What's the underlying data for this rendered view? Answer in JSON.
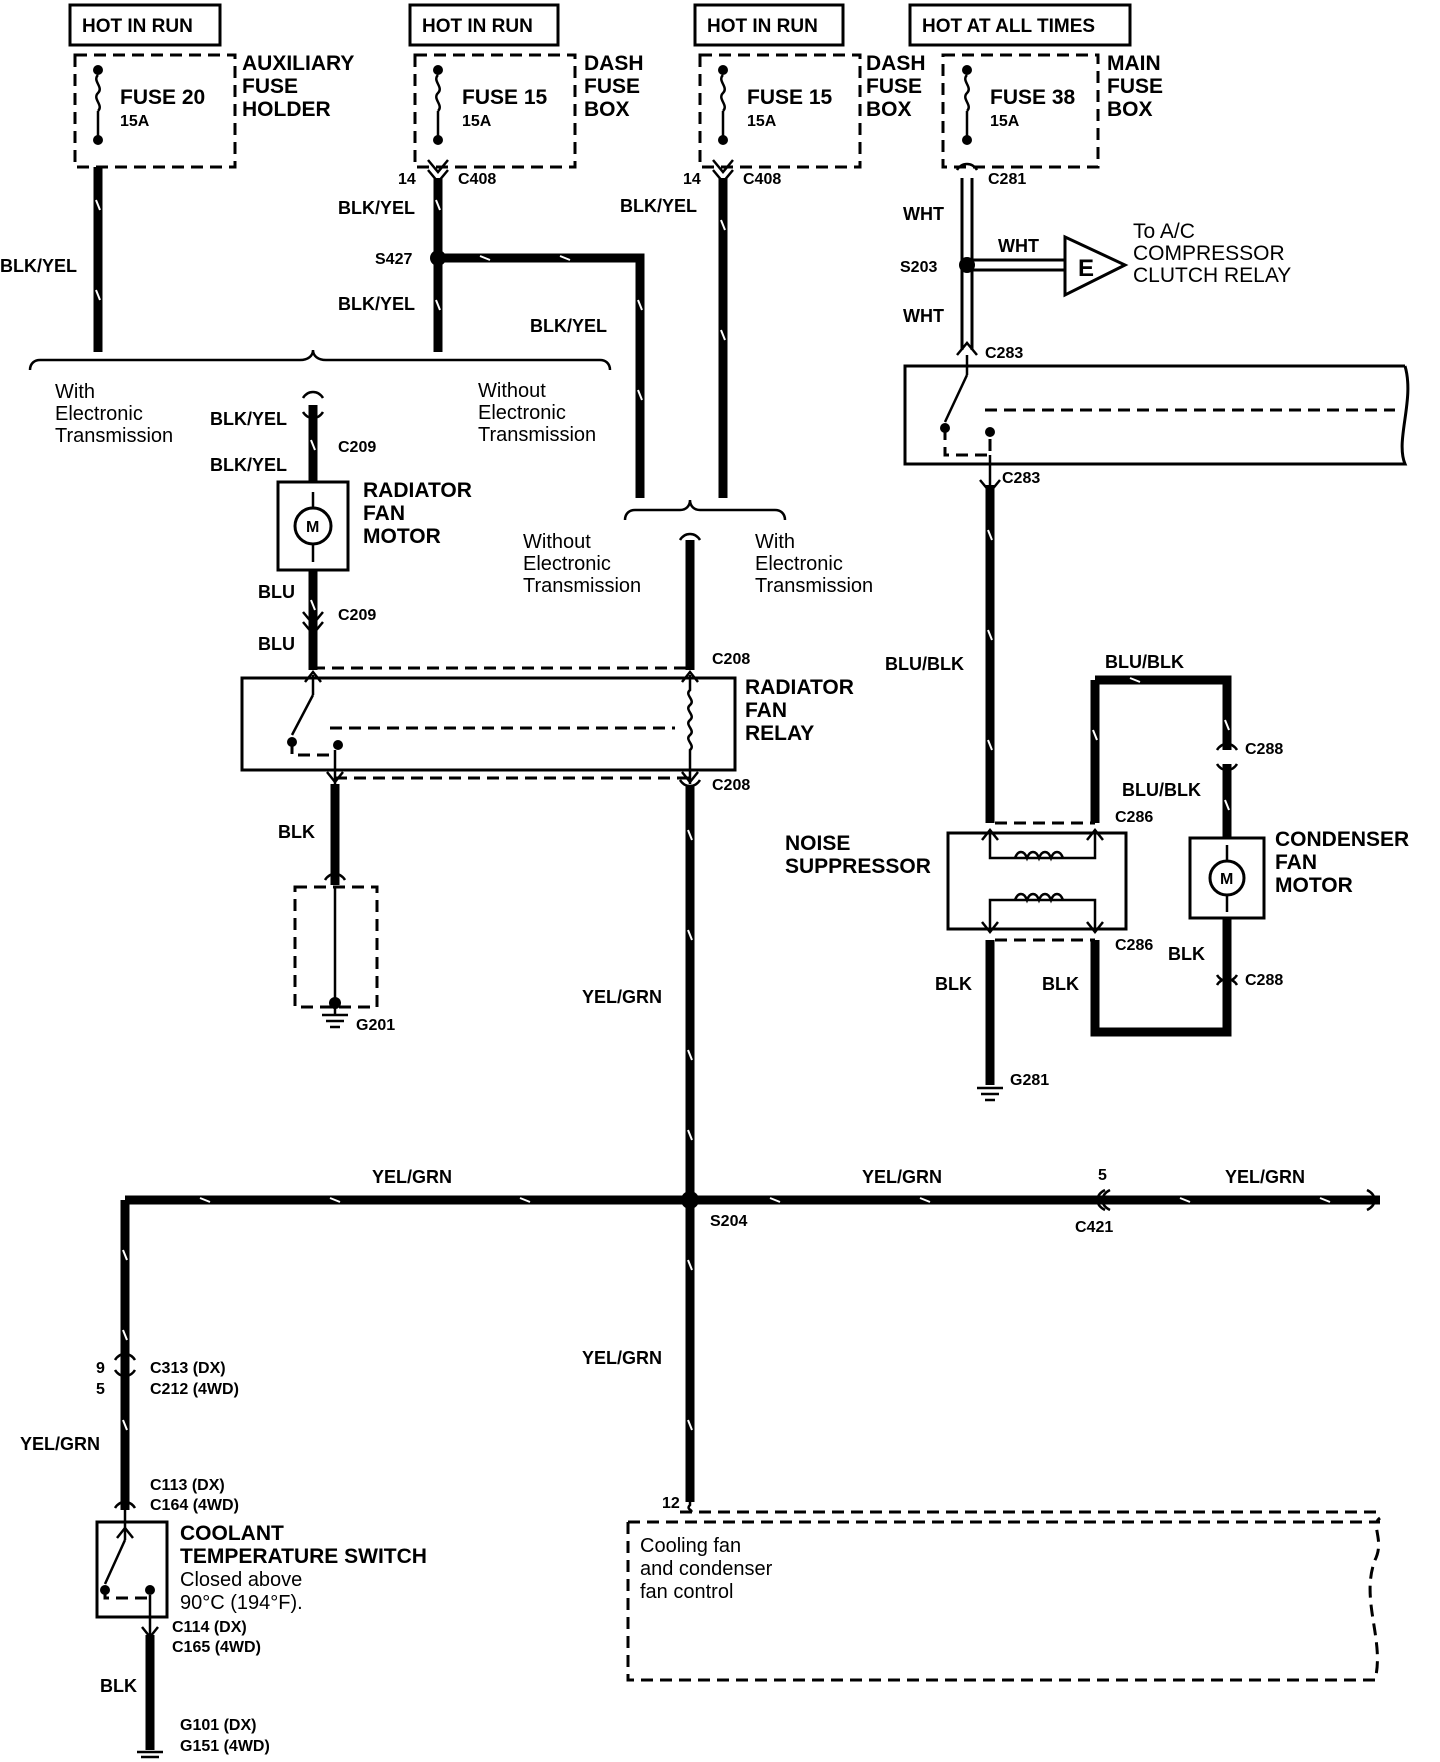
{
  "headers": [
    "HOT IN RUN",
    "HOT IN RUN",
    "HOT IN RUN",
    "HOT AT ALL TIMES"
  ],
  "fuses": [
    {
      "name": "FUSE 20",
      "rating": "15A",
      "box": [
        "AUXILIARY",
        "FUSE",
        "HOLDER"
      ]
    },
    {
      "name": "FUSE 15",
      "rating": "15A",
      "box": [
        "DASH",
        "FUSE",
        "BOX"
      ]
    },
    {
      "name": "FUSE 15",
      "rating": "15A",
      "box": [
        "DASH",
        "FUSE",
        "BOX"
      ]
    },
    {
      "name": "FUSE 38",
      "rating": "15A",
      "box": [
        "MAIN",
        "FUSE",
        "BOX"
      ]
    }
  ],
  "wires": {
    "blk_yel": "BLK/YEL",
    "blu": "BLU",
    "blk": "BLK",
    "yel_grn": "YEL/GRN",
    "wht": "WHT",
    "blu_blk": "BLU/BLK"
  },
  "connectors": {
    "c408": "C408",
    "c281": "C281",
    "c283": "C283",
    "c209": "C209",
    "c208": "C208",
    "c286": "C286",
    "c288": "C288",
    "c421": "C421",
    "c313": "C313 (DX)",
    "c212": "C212 (4WD)",
    "c113": "C113 (DX)",
    "c164": "C164 (4WD)",
    "c114": "C114 (DX)",
    "c165": "C165 (4WD)",
    "pin14": "14",
    "pin5": "5",
    "pin9": "9",
    "pin12": "12"
  },
  "splices": {
    "s427": "S427",
    "s203": "S203",
    "s204": "S204"
  },
  "grounds": {
    "g201": "G201",
    "g281": "G281",
    "g101": "G101 (DX)",
    "g151": "G151 (4WD)"
  },
  "branches": {
    "with": [
      "With",
      "Electronic",
      "Transmission"
    ],
    "without": [
      "Without",
      "Electronic",
      "Transmission"
    ]
  },
  "components": {
    "radiator_fan_motor": [
      "RADIATOR",
      "FAN",
      "MOTOR"
    ],
    "radiator_fan_relay": [
      "RADIATOR",
      "FAN",
      "RELAY"
    ],
    "noise_suppressor": [
      "NOISE",
      "SUPPRESSOR"
    ],
    "condenser_fan_motor": [
      "CONDENSER",
      "FAN",
      "MOTOR"
    ],
    "coolant_switch": [
      "COOLANT",
      "TEMPERATURE SWITCH"
    ],
    "coolant_note": [
      "Closed above",
      "90°C (194°F)."
    ],
    "motor_symbol": "M",
    "ac_relay_symbol": "E",
    "ac_relay": [
      "To A/C",
      "COMPRESSOR",
      "CLUTCH RELAY"
    ],
    "control_module": [
      "Cooling fan",
      "and condenser",
      "fan control"
    ]
  }
}
